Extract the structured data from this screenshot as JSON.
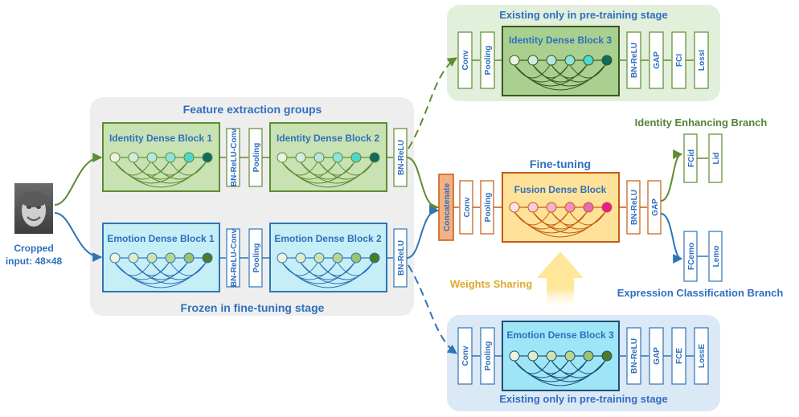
{
  "input": {
    "label_line1": "Cropped",
    "label_line2": "input: 48×48"
  },
  "feature_group": {
    "title": "Feature extraction groups",
    "footer": "Frozen in fine-tuning stage",
    "identity_row": {
      "block1": "Identity Dense Block 1",
      "transition": "BN-ReLU-Conv",
      "pooling": "Pooling",
      "block2": "Identity Dense Block 2",
      "out": "BN-ReLU"
    },
    "emotion_row": {
      "block1": "Emotion Dense Block 1",
      "transition": "BN-ReLU-Conv",
      "pooling": "Pooling",
      "block2": "Emotion Dense Block 2",
      "out": "BN-ReLU"
    }
  },
  "pretrain_identity": {
    "title": "Existing only in pre-training stage",
    "conv": "Conv",
    "pooling": "Pooling",
    "block": "Identity Dense Block 3",
    "bnrelu": "BN-ReLU",
    "gap": "GAP",
    "fc": "FCI",
    "loss": "LossI"
  },
  "pretrain_emotion": {
    "title": "Existing only in pre-training stage",
    "conv": "Conv",
    "pooling": "Pooling",
    "block": "Emotion Dense Block 3",
    "bnrelu": "BN-ReLU",
    "gap": "GAP",
    "fc": "FCE",
    "loss": "LossE"
  },
  "fusion": {
    "stage_label": "Fine-tuning",
    "concatenate": "Concatenate",
    "conv": "Conv",
    "pooling": "Pooling",
    "block": "Fusion Dense Block",
    "bnrelu": "BN-ReLU",
    "gap": "GAP",
    "weights_sharing": "Weights Sharing"
  },
  "identity_branch": {
    "title": "Identity Enhancing Branch",
    "fc": "FCid",
    "loss": "Lid"
  },
  "expression_branch": {
    "title": "Expression Classification Branch",
    "fc": "FCemo",
    "loss": "Lemo"
  },
  "colors": {
    "identity_green": "#5e8c31",
    "identity_fill": "#c9e2b3",
    "emotion_blue": "#2e75b6",
    "emotion_fill": "#c6eef7",
    "fusion_orange": "#c55a11",
    "fusion_fill": "#ffe299",
    "title_blue": "#2f6fbf",
    "panel_gray": "#eeeeee",
    "arrow_yellow": "#ffe699",
    "weights_text": "#e0a82e"
  }
}
